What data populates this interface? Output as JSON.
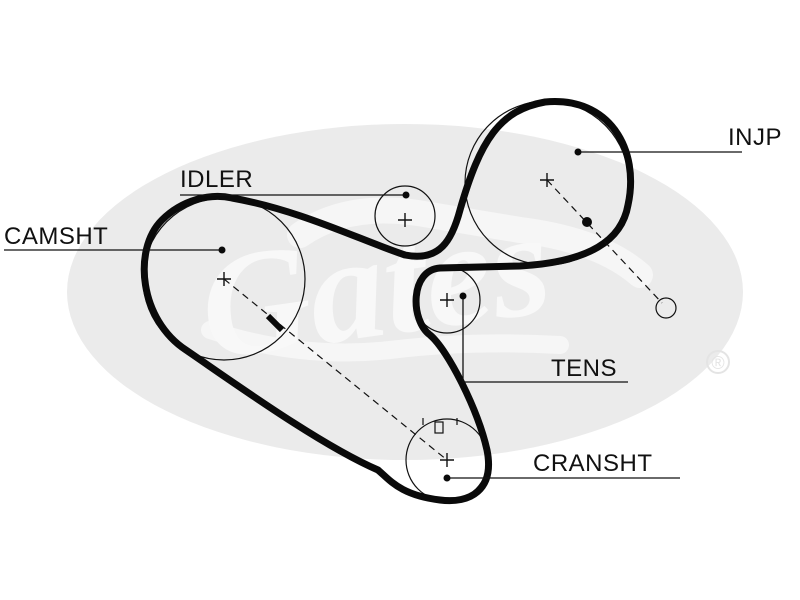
{
  "colors": {
    "background": "#ffffff",
    "watermark": "#e9e9e9",
    "watermark_text": "#ffffff",
    "belt": "#0a0a0a",
    "line": "#111111"
  },
  "watermark": {
    "brand_logo_text": "Gates",
    "registered_mark": "®"
  },
  "labels": {
    "injp": "INJP",
    "idler": "IDLER",
    "camsht": "CAMSHT",
    "tens": "TENS",
    "cransht": "CRANSHT"
  }
}
